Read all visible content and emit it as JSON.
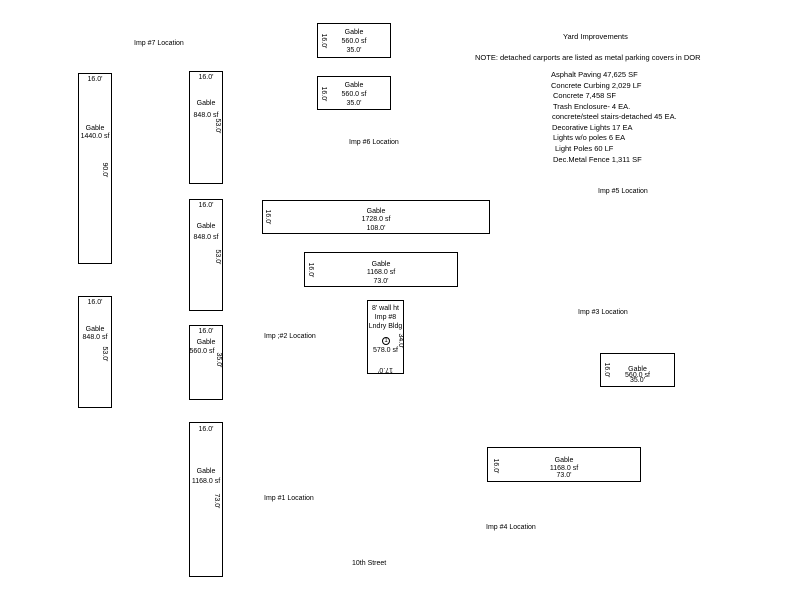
{
  "yard": {
    "title": "Yard Improvements",
    "note": "NOTE: detached carports are listed as metal parking  covers in DOR",
    "items": [
      "Asphalt Paving 47,625 SF",
      "Concrete Curbing 2,029 LF",
      "Concrete 7,458 SF",
      "Trash Enclosure- 4 EA.",
      "concrete/steel stairs-detached 45 EA.",
      "Decorative Lights 17 EA",
      "Lights w/o poles 6 EA",
      "Light Poles 60 LF",
      "Dec.Metal Fence 1,311 SF"
    ]
  },
  "locations": {
    "imp1": "Imp #1 Location",
    "imp2": "Imp ;#2 Location",
    "imp3": "Imp #3 Location",
    "imp4": "Imp #4 Location",
    "imp5": "Imp #5 Location",
    "imp6": "Imp #6 Location",
    "imp7": "Imp #7 Location",
    "street": "10th Street"
  },
  "buildings": {
    "b_top1": {
      "type": "Gable",
      "area": "560.0 sf",
      "w": "35.0'",
      "d": "16.0'"
    },
    "b_top2": {
      "type": "Gable",
      "area": "560.0 sf",
      "w": "35.0'",
      "d": "16.0'"
    },
    "b_left1": {
      "type": "Gable",
      "area": "1440.0 sf",
      "w": "16.0'",
      "d": "90.0'"
    },
    "b_left2": {
      "type": "Gable",
      "area": "848.0 sf",
      "w": "16.0'",
      "d": "53.0'"
    },
    "b_mid1": {
      "type": "Gable",
      "area": "848.0 sf",
      "w": "16.0'",
      "d": "53.0'"
    },
    "b_mid2": {
      "type": "Gable",
      "area": "848.0 sf",
      "w": "16.0'",
      "d": "53.0'"
    },
    "b_mid3": {
      "type": "Gable",
      "area": "560.0 sf",
      "w": "16.0'",
      "d": "35.0'"
    },
    "b_mid4": {
      "type": "Gable",
      "area": "1168.0 sf",
      "w": "16.0'",
      "d": "73.0'"
    },
    "b_long": {
      "type": "Gable",
      "area": "1728.0 sf",
      "w": "108.0'",
      "d": "16.0'"
    },
    "b_1168a": {
      "type": "Gable",
      "area": "1168.0 sf",
      "w": "73.0'",
      "d": "16.0'"
    },
    "b_1168b": {
      "type": "Gable",
      "area": "1168.0 sf",
      "w": "73.0'",
      "d": "16.0'"
    },
    "b_560r": {
      "type": "Gable",
      "area": "560.0 sf",
      "w": "35.0'",
      "d": "16.0'"
    },
    "laundry": {
      "line1": "8' wall ht",
      "line2": "Imp #8",
      "line3": "Lndry Bldg",
      "area": "578.0 sf",
      "w": "17.0'",
      "d": "34.0'",
      "symbol": "1"
    }
  }
}
